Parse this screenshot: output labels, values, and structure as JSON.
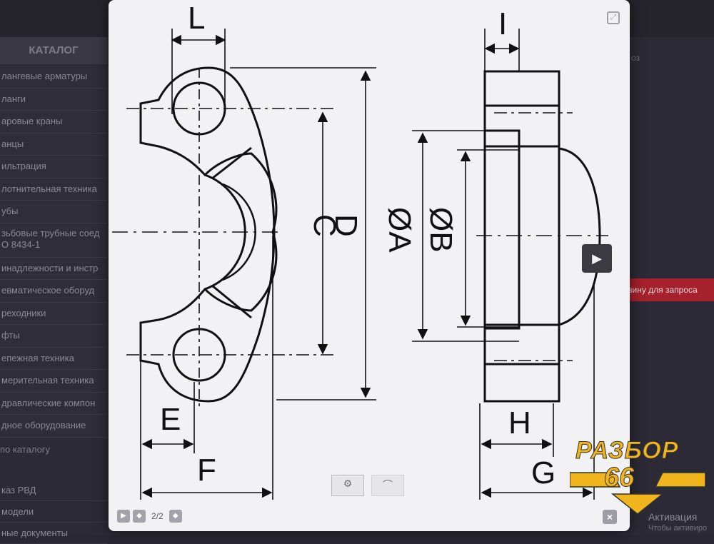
{
  "background": {
    "catalog_header": "КАТАЛОГ",
    "sidebar_items": [
      "лангевые арматуры",
      "ланги",
      "аровые краны",
      "анцы",
      "ильтрация",
      "лотнительная техника",
      "убы",
      "зьбовые трубные соед\nО 8434-1",
      "инадлежности и инстр",
      "евматическое оборуд",
      "реходники",
      "фты",
      "епежная техника",
      "мерительная техника",
      "дравлические компон",
      "дное оборудование"
    ],
    "catalog_map_link": "по каталогу",
    "bottom_items": [
      "каз РВД",
      "модели",
      "ные документы"
    ],
    "right_top_text": "",
    "right_mid_text": "оз",
    "cart_banner": "зину для запроса",
    "activation_title": "Активация",
    "activation_sub": "Чтобы активиро"
  },
  "lightbox": {
    "counter": "2/2",
    "fullscreen_icon": "expand-icon",
    "close_icon": "close-icon",
    "next_icon": "chevron-right-icon"
  },
  "drawing": {
    "labels": {
      "L": "L",
      "I": "I",
      "C": "C",
      "D": "D",
      "A": "ØA",
      "B": "ØB",
      "E": "E",
      "F": "F",
      "H": "H",
      "G": "G"
    }
  },
  "logo": {
    "line1": "РАЗБОР",
    "line2": "66",
    "colors": {
      "gold": "#f0b41d",
      "dark": "#333333"
    }
  }
}
